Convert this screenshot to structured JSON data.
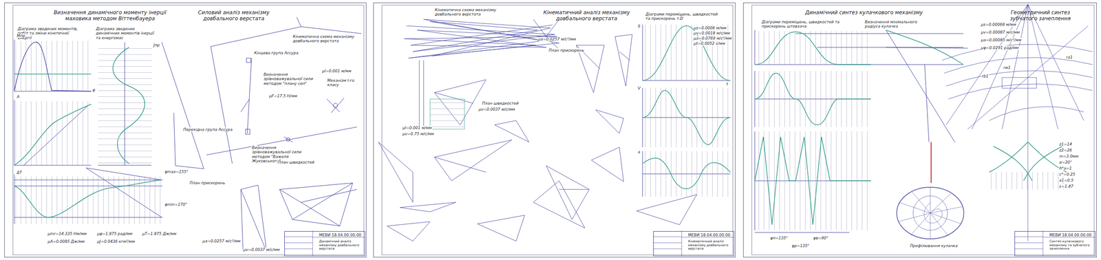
{
  "diagram": {
    "nodes": [
      {
        "text": [
          "Визначення динамічного моменту інерції маховика методом Віттенбауера",
          "Силовий аналіз механізму довбального верстата"
        ]
      },
      {
        "text": [
          "Кінематичний аналіз механізму довбального верстата"
        ]
      },
      {
        "text": [
          "Динамічний синтез кулачкового механізму",
          "Геометричний синтез зубчатого зачеплення"
        ]
      },
      {
        "text": [
          "МЕВИ 18.04.00.00.00",
          "Динамічний аналіз механізму довбального верстата"
        ],
        "in": 0
      },
      {
        "text": [
          "МЕВИ 18.04.00.00.00",
          "Кінематичний аналіз механізму довбального верстата"
        ],
        "in": 1
      },
      {
        "text": [
          "МЕВИ 18.04.00.00.00",
          "Синтез кулачкового механізму та зубчатого зачеплення"
        ],
        "in": 2
      }
    ],
    "labels": [
      "Діаграма зведених моментів, робіт та зміни кінетичної енергії",
      "Діаграма зведених динамічних моментів інерції та енергомас",
      "Мпр",
      "φ",
      "А",
      "ΔT",
      "Jпр",
      "φmax=155°",
      "φmin=170°",
      "μmr=14.335 Нм/мм",
      "μφ=1.875 рад/мм",
      "μT=1.875 Дж/мм",
      "μA=0.0085 Дж/мм",
      "μJ=0.0436 кгм²/мм",
      "Кінематична схема механізму довбального верстата",
      "μl=0.001 м/мм",
      "Кінцева група Ассура",
      "Визначення зрівноважувальної сили методом \"плану сил\"",
      "μF=17.5 Н/мм",
      "Механізм І-го класу",
      "Перехідна група Ассура",
      "Визначення зрівноважувальної сили методом \"Важеля Жуковського\"",
      "План швидкостей",
      "План прискорень",
      "μa=0.0257 м/с²/мм",
      "μv=0.0037 м/с/мм",
      "Кінематична схема механізму довбального верстата",
      "μl=0.001 м/мм",
      "μv=0.75 м/с/мм",
      "μa=0.0257 м/с²/мм",
      "План прискорень",
      "План швидкостей",
      "μv=0.0037 м/с/мм",
      "Діаграми переміщень, швидкостей та прискорень т.D",
      "S",
      "V",
      "a",
      "μs=0.0006 м/мм",
      "μv=0.0018 м/с/мм",
      "μa=0.0769 м/с²/мм",
      "μt=0.0052 с/мм",
      "t",
      "Діаграми переміщень, швидкостей та прискорень штовхача",
      "Визначення мінімального радіуса кулачка",
      "μs=0.00068 м/мм",
      "μv=0.00087 м/с/мм",
      "μa=0.00085 м/с²/мм",
      "μφ=0.0291 рад/мм",
      "φп=135°",
      "φв=90°",
      "φр=135°",
      "Профілювання кулачка",
      "z1=14",
      "z2=26",
      "m=3.0мм",
      "α=20°",
      "h*a=1",
      "c*=0.25",
      "x1=0.5",
      "ε=1.47",
      "rw1",
      "rb1",
      "ra1"
    ]
  }
}
